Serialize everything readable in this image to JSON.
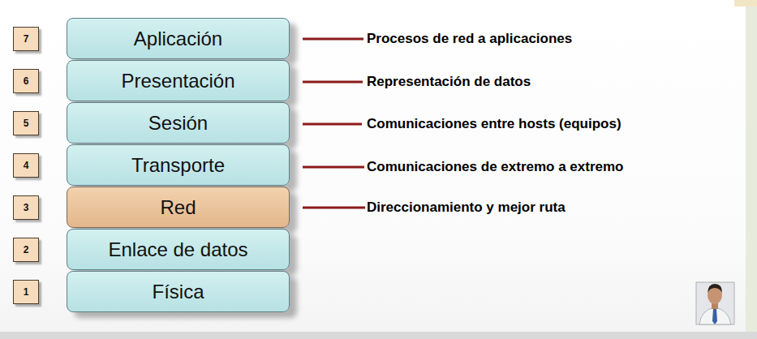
{
  "diagram": {
    "nodes": [
      {
        "text": [
          "7"
        ]
      },
      {
        "text": [
          "Aplicación"
        ]
      },
      {
        "text": [
          "6"
        ]
      },
      {
        "text": [
          "Presentación"
        ]
      },
      {
        "text": [
          "5"
        ]
      },
      {
        "text": [
          "Sesión"
        ]
      },
      {
        "text": [
          "4"
        ]
      },
      {
        "text": [
          "Transporte"
        ]
      },
      {
        "text": [
          "3"
        ]
      },
      {
        "text": [
          "Red"
        ]
      },
      {
        "text": [
          "2"
        ]
      },
      {
        "text": [
          "Enlace de datos"
        ]
      },
      {
        "text": [
          "1"
        ]
      },
      {
        "text": [
          "Física"
        ]
      }
    ],
    "labels": [
      "Procesos de red a aplicaciones",
      "Representación de datos",
      "Comunicaciones entre hosts (equipos)",
      "Comunicaciones de extremo a extremo",
      "Direccionamiento y mejor ruta"
    ]
  }
}
